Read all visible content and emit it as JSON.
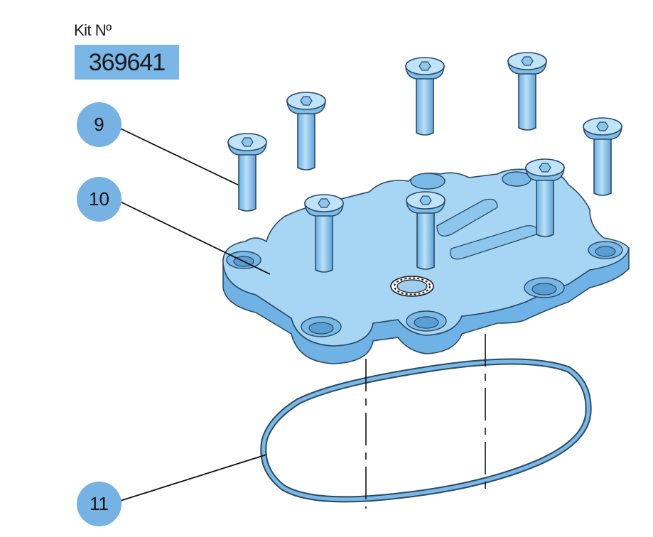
{
  "kit": {
    "label": "Kit Nº",
    "number": "369641"
  },
  "callouts": [
    {
      "id": "9"
    },
    {
      "id": "10"
    },
    {
      "id": "11"
    }
  ],
  "colors": {
    "part_fill": "#a6d6f3",
    "part_shade": "#6fb3e6",
    "outline": "#2b4a66",
    "callout": "#76b2e3",
    "kit_box": "#7ab7e6"
  }
}
